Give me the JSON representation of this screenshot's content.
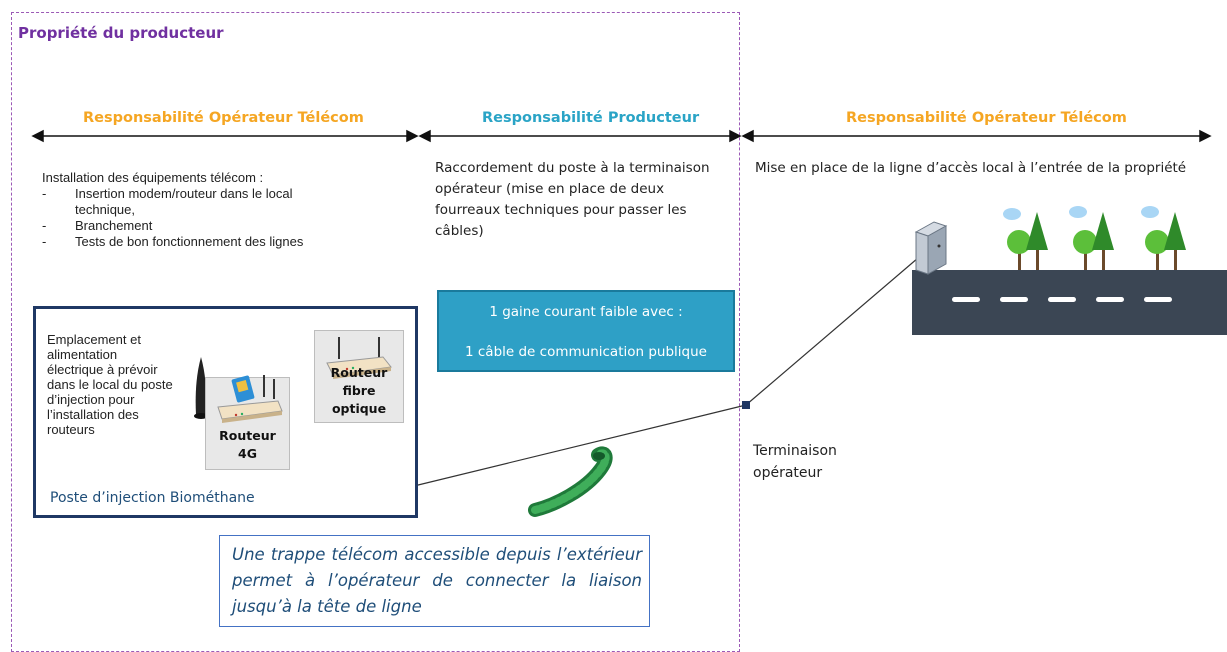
{
  "property": {
    "title": "Propriété du producteur"
  },
  "zones": [
    {
      "title": "Responsabilité Opérateur Télécom"
    },
    {
      "title": "Responsabilité Producteur"
    },
    {
      "title": "Responsabilité Opérateur Télécom"
    }
  ],
  "telecom_install": {
    "intro": "Installation des équipements télécom :",
    "items": [
      "Insertion modem/routeur dans le local technique,",
      "Branchement",
      "Tests de bon fonctionnement des lignes"
    ]
  },
  "producer_text": "Raccordement du poste à la terminaison opérateur (mise en place de deux fourreaux techniques pour passer les câbles)",
  "local_access_text": "Mise en place de la ligne d’accès local à l’entrée de la propriété",
  "biomethane": {
    "location_text": "Emplacement et alimentation électrique à prévoir dans le local du poste d’injection pour l’installation des routeurs",
    "label": "Poste d’injection Biométhane",
    "router_4g": {
      "line1": "Routeur",
      "line2": "4G"
    },
    "router_fibre": {
      "line1": "Routeur",
      "line2": "fibre optique"
    }
  },
  "cable": {
    "line1": "1 gaine courant faible avec :",
    "line2": "1 câble de communication publique"
  },
  "terminaison": {
    "line1": "Terminaison",
    "line2": "opérateur"
  },
  "trappe_text": "Une trappe télécom accessible depuis l’extérieur permet à l’opérateur de connecter la liaison jusqu’à la tête de ligne",
  "colors": {
    "property_border": "#9b59b6",
    "property_title": "#7030a0",
    "operator_title": "#f5a623",
    "producer_title": "#2aa4c6",
    "biomethane_border": "#1f3864",
    "cable_box": "#2ea0c6",
    "trappe_text": "#1f4e79",
    "road": "#3b4654",
    "tree_green": "#44a832",
    "cloud": "#a9d6f5"
  },
  "icons": [
    "arrow-icon",
    "antenna-icon",
    "router-icon",
    "green-conduit-icon",
    "telecom-cabinet-icon",
    "tree-icon",
    "cloud-icon",
    "road-icon",
    "connection-node-icon"
  ]
}
